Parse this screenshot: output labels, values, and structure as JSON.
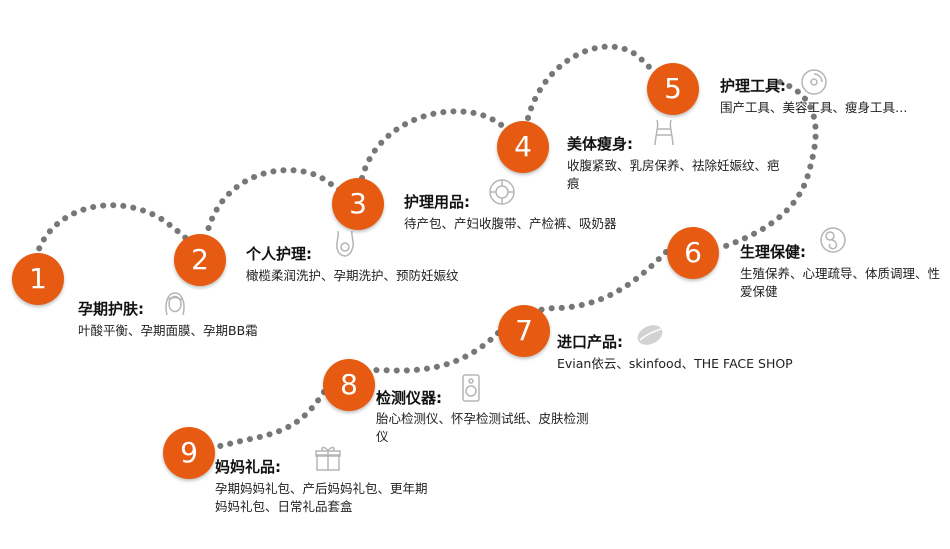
{
  "steps": [
    {
      "num": "1",
      "title": "孕期护肤:",
      "desc": "叶酸平衡、孕期面膜、孕期BB霜",
      "icon": "woman-face-icon"
    },
    {
      "num": "2",
      "title": "个人护理:",
      "desc": "橄榄柔润洗护、孕期洗护、预防妊娠纹",
      "icon": "pregnant-belly-icon"
    },
    {
      "num": "3",
      "title": "护理用品:",
      "desc": "待产包、产妇收腹带、产检裤、吸奶器",
      "icon": "care-wheel-icon"
    },
    {
      "num": "4",
      "title": "美体瘦身:",
      "desc": "收腹紧致、乳房保养、祛除妊娠纹、疤痕",
      "icon": "waist-icon"
    },
    {
      "num": "5",
      "title": "护理工具:",
      "desc": "围产工具、美容工具、瘦身工具…",
      "icon": "disc-icon"
    },
    {
      "num": "6",
      "title": "生理保健:",
      "desc": "生殖保养、心理疏导、体质调理、性爱保健",
      "icon": "fetus-icon"
    },
    {
      "num": "7",
      "title": "进口产品:",
      "desc": "Evian依云、skinfood、THE FACE SHOP",
      "icon": "leaf-icon"
    },
    {
      "num": "8",
      "title": "检测仪器:",
      "desc": "胎心检测仪、怀孕检测试纸、皮肤检测仪",
      "icon": "speaker-device-icon"
    },
    {
      "num": "9",
      "title": "妈妈礼品:",
      "desc": "孕期妈妈礼包、产后妈妈礼包、更年期妈妈礼包、日常礼品套盒",
      "icon": "gift-icon"
    }
  ],
  "colors": {
    "accent": "#e65a12",
    "dots": "#777777",
    "icon": "#b5b5b5"
  }
}
